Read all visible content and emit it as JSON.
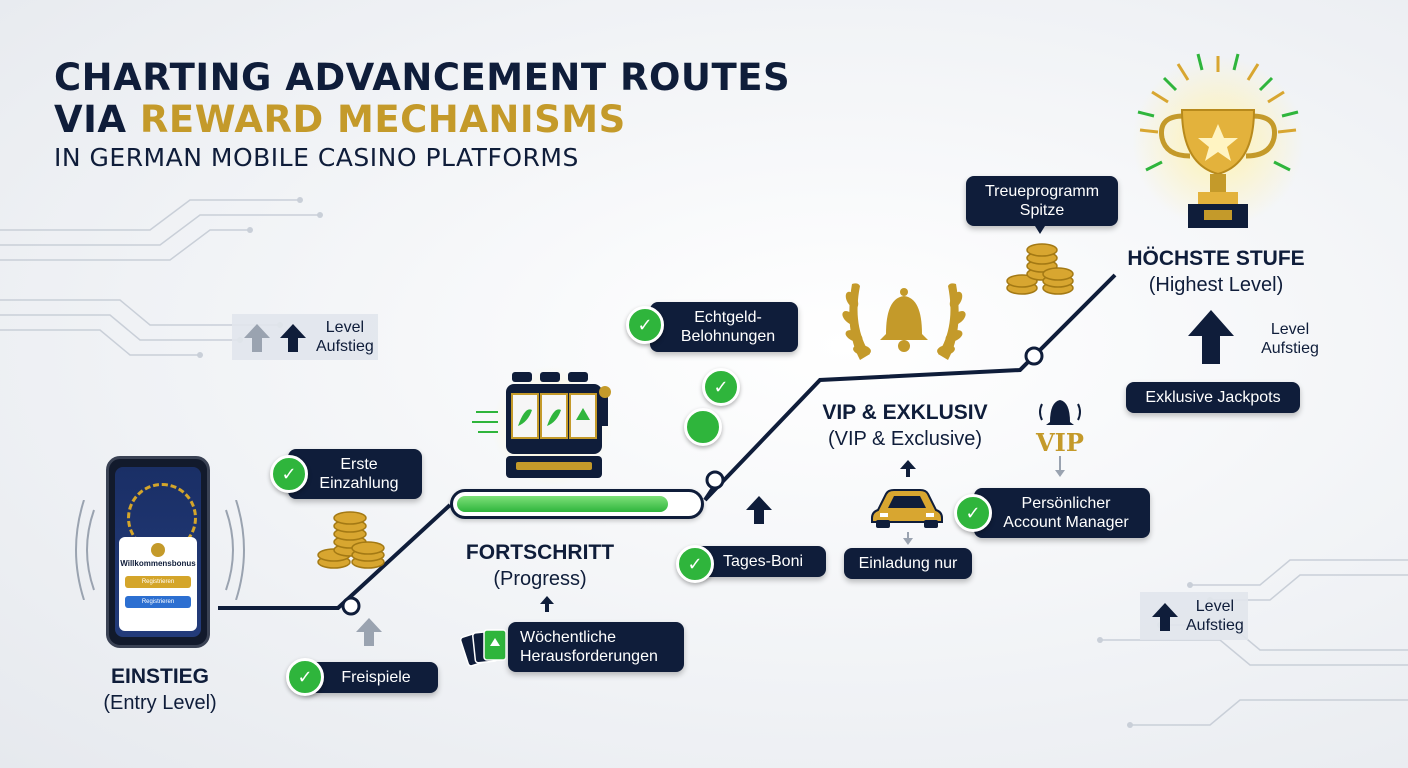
{
  "title": {
    "line1": "CHARTING ADVANCEMENT ROUTES",
    "line2_prefix": "VIA ",
    "line2_highlight": "REWARD MECHANISMS",
    "line3": "IN GERMAN MOBILE CASINO PLATFORMS"
  },
  "stages": {
    "entry": {
      "title": "EINSTIEG",
      "subtitle": "(Entry Level)"
    },
    "progress": {
      "title": "FORTSCHRITT",
      "subtitle": "(Progress)"
    },
    "vip": {
      "title": "VIP & EXKLUSIV",
      "subtitle": "(VIP & Exclusive)"
    },
    "highest": {
      "title": "HÖCHSTE STUFE",
      "subtitle": "(Highest Level)"
    }
  },
  "phone": {
    "banner": "Willkommensbonus",
    "button_primary": "Registrieren",
    "button_secondary": "Registrieren"
  },
  "rewards": {
    "erste_einzahlung": "Erste Einzahlung",
    "freispiele": "Freispiele",
    "wochentliche": "Wöchentliche Herausforderungen",
    "tages_boni": "Tages-Boni",
    "echtgeld": "Echtgeld-Belohnungen",
    "einladung": "Einladung nur",
    "account_manager": "Persönlicher Account Manager",
    "treueprogramm": "Treueprogramm Spitze",
    "jackpots": "Exklusive Jackpots",
    "vip_badge": "VIP"
  },
  "level_labels": {
    "left": "Level Aufstieg",
    "right": "Level Aufstieg",
    "bottom_right": "Level Aufstieg"
  },
  "progress_bar": {
    "fill_fraction": 0.88
  },
  "colors": {
    "navy": "#0f1d3a",
    "gold": "#c49a2a",
    "green": "#2fb53c",
    "background": "#f1f3f6"
  },
  "icons": [
    "smartphone-icon",
    "coins-icon",
    "slot-machine-icon",
    "playing-cards-icon",
    "bell-laurel-icon",
    "bell-icon",
    "car-icon",
    "trophy-icon",
    "check-icon",
    "arrow-up-icon"
  ]
}
